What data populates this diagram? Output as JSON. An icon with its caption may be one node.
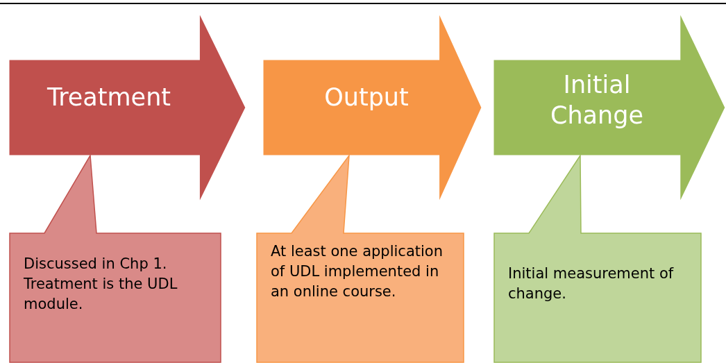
{
  "diagram": {
    "nodes": [
      {
        "text": [
          "Treatment"
        ]
      },
      {
        "text": [
          "Output"
        ]
      },
      {
        "text": [
          "Initial Change"
        ]
      },
      {
        "text": [
          "Discussed in Chp 1. Treatment is the UDL module."
        ]
      },
      {
        "text": [
          "At least one application of UDL implemented in an online course."
        ]
      },
      {
        "text": [
          "Initial measurement of change."
        ]
      }
    ]
  }
}
